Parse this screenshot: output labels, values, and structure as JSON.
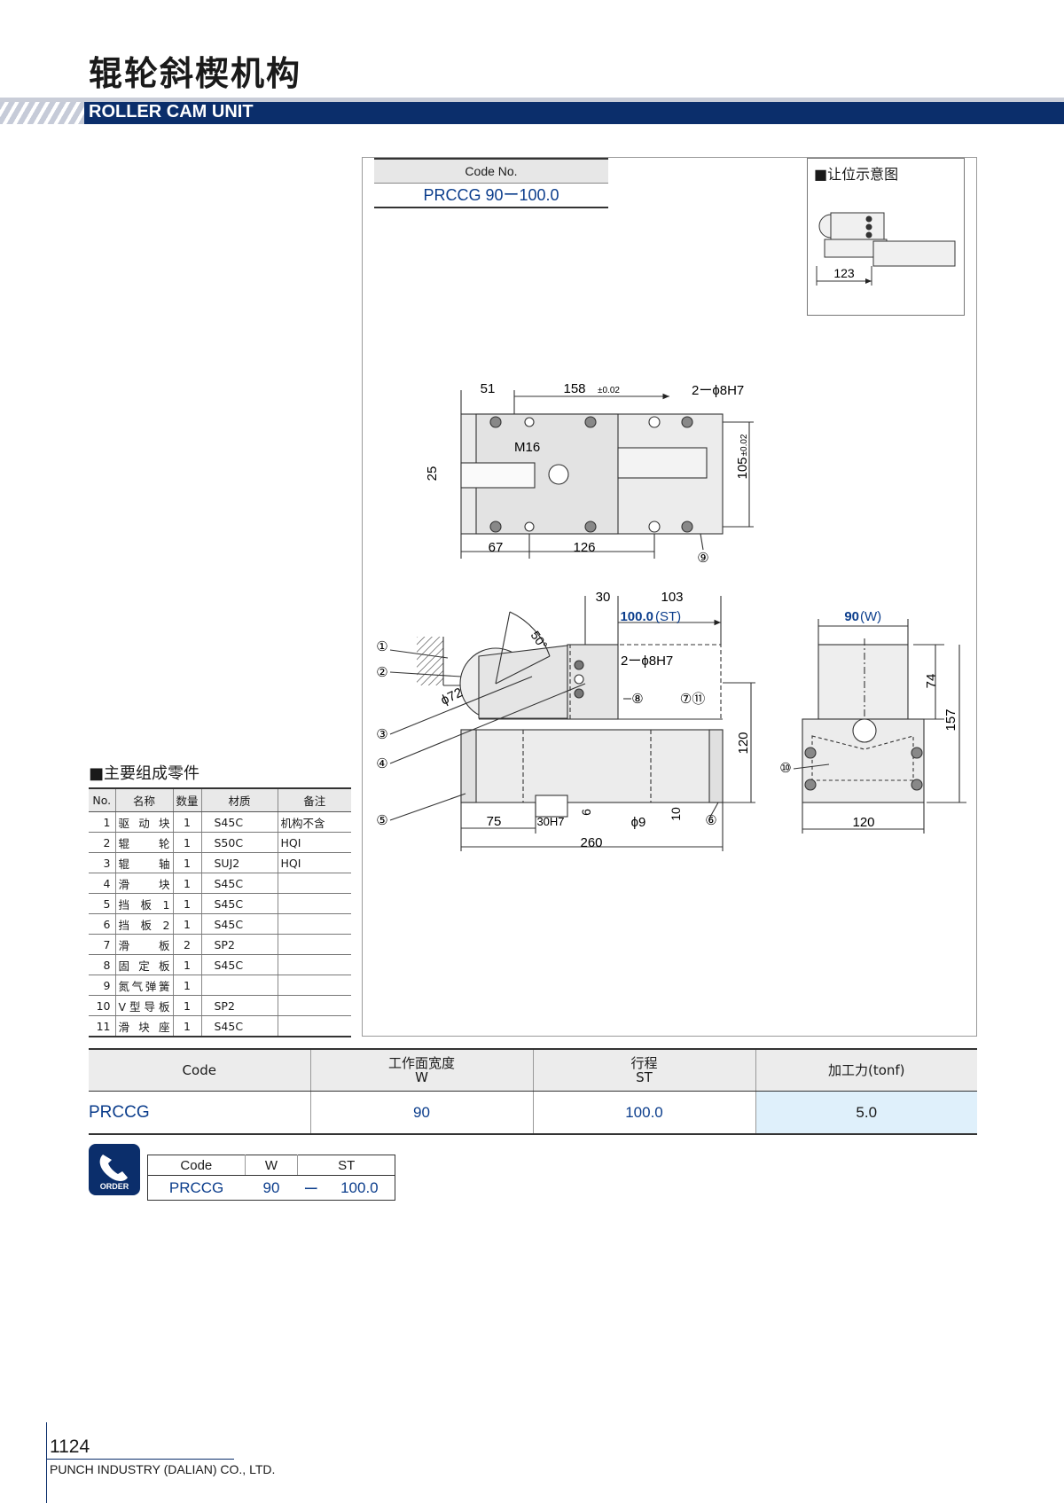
{
  "header": {
    "title": "辊轮斜楔机构",
    "subtitle": "ROLLER CAM UNIT"
  },
  "code_box": {
    "header": "Code No.",
    "value": "PRCCG 90ー100.0"
  },
  "clearance_diagram": {
    "title": "■让位示意图",
    "dim_123": "123"
  },
  "drawing": {
    "top_view": {
      "dim_51": "51",
      "dim_158": "158",
      "tol_158": "±0.02",
      "holes": "2ーϕ8H7",
      "m16": "M16",
      "dim_25": "25",
      "dim_105": "105",
      "tol_105": "±0.02",
      "dim_67": "67",
      "dim_126": "126",
      "callout_9": "⑨"
    },
    "side_view": {
      "dim_30": "30",
      "dim_103": "103",
      "stroke": "100.0",
      "stroke_label": "(ST)",
      "angle": "50°",
      "pins": "2ーϕ8H7",
      "phi72": "ϕ72",
      "dim_120": "120",
      "dim_75": "75",
      "slot": "30H7",
      "dim_6": "6",
      "phi9": "ϕ9",
      "dim_10": "10",
      "dim_260": "260",
      "callouts": [
        "①",
        "②",
        "③",
        "④",
        "⑤",
        "⑥",
        "⑦⑪",
        "⑧"
      ]
    },
    "end_view": {
      "width": "90",
      "width_label": "(W)",
      "dim_74": "74",
      "dim_157": "157",
      "dim_120": "120",
      "callout_10": "⑩"
    }
  },
  "parts": {
    "title": "■主要组成零件",
    "headers": [
      "No.",
      "名称",
      "数量",
      "材质",
      "备注"
    ],
    "rows": [
      [
        "1",
        "驱动块",
        "1",
        "S45C",
        "机构不含"
      ],
      [
        "2",
        "辊轮",
        "1",
        "S50C",
        "HQI"
      ],
      [
        "3",
        "辊轴",
        "1",
        "SUJ2",
        "HQI"
      ],
      [
        "4",
        "滑块",
        "1",
        "S45C",
        ""
      ],
      [
        "5",
        "挡板1",
        "1",
        "S45C",
        ""
      ],
      [
        "6",
        "挡板2",
        "1",
        "S45C",
        ""
      ],
      [
        "7",
        "滑板",
        "2",
        "SP2",
        ""
      ],
      [
        "8",
        "固定板",
        "1",
        "S45C",
        ""
      ],
      [
        "9",
        "氮气弹簧",
        "1",
        "",
        ""
      ],
      [
        "10",
        "V型导板",
        "1",
        "SP2",
        ""
      ],
      [
        "11",
        "滑块座",
        "1",
        "S45C",
        ""
      ]
    ]
  },
  "spec_table": {
    "h_code": "Code",
    "h_width": "工作面宽度",
    "h_width_sym": "W",
    "h_stroke": "行程",
    "h_stroke_sym": "ST",
    "h_force": "加工力(tonf)",
    "code": "PRCCG",
    "width": "90",
    "stroke": "100.0",
    "force": "5.0"
  },
  "order": {
    "badge": "ORDER",
    "headers": [
      "Code",
      "W",
      "ST"
    ],
    "code": "PRCCG",
    "w": "90",
    "dash": "ー",
    "st": "100.0"
  },
  "footer": {
    "page": "1124",
    "company": "PUNCH INDUSTRY (DALIAN) CO., LTD."
  },
  "colors": {
    "brand_navy": "#0b2e6b",
    "value_blue": "#0b3d8c",
    "highlight": "#dff0fb"
  }
}
